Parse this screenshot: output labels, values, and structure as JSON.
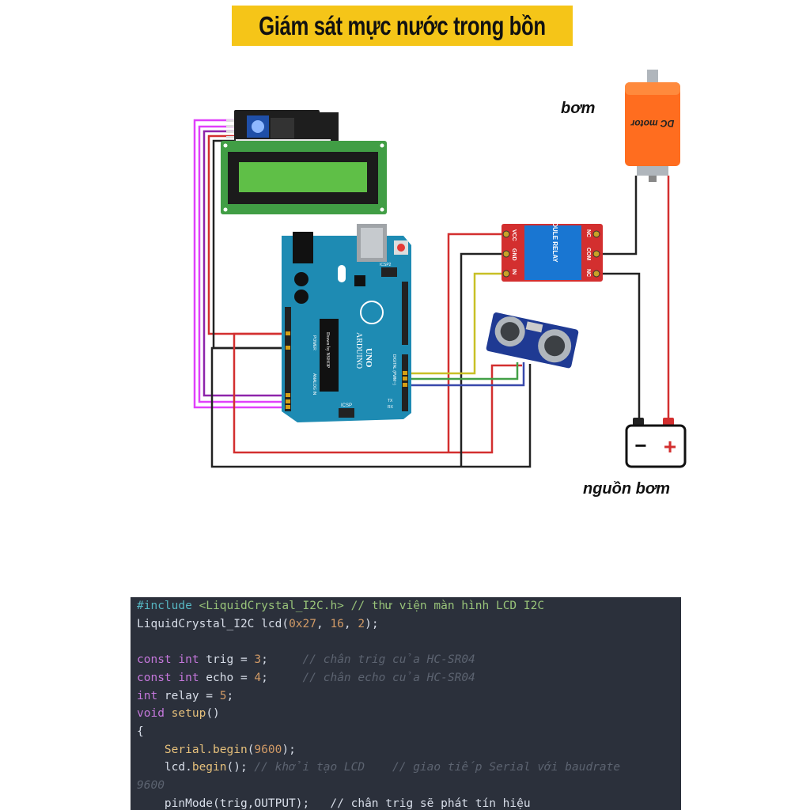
{
  "title": "Giám sát mực nước trong bồn",
  "diagram": {
    "pump_label": "bơm",
    "power_source_label": "nguồn bơm",
    "motor_text": "DC motor",
    "relay": {
      "name": "MODULE RELAY",
      "pins_left": [
        "VCC",
        "GND",
        "IN"
      ],
      "pins_right": [
        "NC",
        "COM",
        "NC"
      ]
    },
    "arduino": {
      "brand": "ARDUINO",
      "model": "UNO",
      "header_digital": "DIGITAL (PWM~)",
      "header_power": "POWER",
      "header_analog": "ANALOG IN",
      "icsp": "ICSP",
      "icsp2": "ICSP2",
      "chip_text": "Drawn by NSHOP",
      "tx": "TX",
      "rx": "RX"
    },
    "battery_minus": "−",
    "battery_plus": "+",
    "wire_colors": {
      "red": "#d32f2f",
      "black": "#222222",
      "magenta": "#e040fb",
      "purple": "#8e24aa",
      "yellow": "#c8c026",
      "green": "#43a047",
      "blue": "#3949ab"
    }
  },
  "code": {
    "lines": [
      [
        {
          "t": "#include ",
          "c": "inc"
        },
        {
          "t": "<LiquidCrystal_I2C.h>",
          "c": "str"
        },
        {
          "t": " // thư viện màn hình LCD I2C",
          "c": "str"
        }
      ],
      [
        {
          "t": "LiquidCrystal_I2C lcd(",
          "c": "plain"
        },
        {
          "t": "0x27",
          "c": "num"
        },
        {
          "t": ", ",
          "c": "plain"
        },
        {
          "t": "16",
          "c": "num"
        },
        {
          "t": ", ",
          "c": "plain"
        },
        {
          "t": "2",
          "c": "num"
        },
        {
          "t": ");",
          "c": "plain"
        }
      ],
      [
        {
          "t": "",
          "c": "plain"
        }
      ],
      [
        {
          "t": "const int",
          "c": "kw"
        },
        {
          "t": " trig = ",
          "c": "plain"
        },
        {
          "t": "3",
          "c": "num"
        },
        {
          "t": ";     ",
          "c": "plain"
        },
        {
          "t": "// chân trig của HC-SR04",
          "c": "cm"
        }
      ],
      [
        {
          "t": "const int",
          "c": "kw"
        },
        {
          "t": " echo = ",
          "c": "plain"
        },
        {
          "t": "4",
          "c": "num"
        },
        {
          "t": ";     ",
          "c": "plain"
        },
        {
          "t": "// chân echo của HC-SR04",
          "c": "cm"
        }
      ],
      [
        {
          "t": "int",
          "c": "kw"
        },
        {
          "t": " relay = ",
          "c": "plain"
        },
        {
          "t": "5",
          "c": "num"
        },
        {
          "t": ";",
          "c": "plain"
        }
      ],
      [
        {
          "t": "void",
          "c": "kw"
        },
        {
          "t": " setup",
          "c": "fn"
        },
        {
          "t": "()",
          "c": "plain"
        }
      ],
      [
        {
          "t": "{",
          "c": "plain"
        }
      ],
      [
        {
          "t": "    Serial.",
          "c": "fn"
        },
        {
          "t": "begin",
          "c": "fn"
        },
        {
          "t": "(",
          "c": "plain"
        },
        {
          "t": "9600",
          "c": "num"
        },
        {
          "t": ");",
          "c": "plain"
        }
      ],
      [
        {
          "t": "    lcd.",
          "c": "plain"
        },
        {
          "t": "begin",
          "c": "fn"
        },
        {
          "t": "(); ",
          "c": "plain"
        },
        {
          "t": "// khởi tạo LCD    // giao tiếp Serial với baudrate",
          "c": "cm"
        }
      ],
      [
        {
          "t": "9600",
          "c": "cm"
        }
      ],
      [
        {
          "t": "    pinMode(trig,OUTPUT);   // chân trig sẽ phát tín hiệu",
          "c": "plain"
        }
      ]
    ]
  }
}
